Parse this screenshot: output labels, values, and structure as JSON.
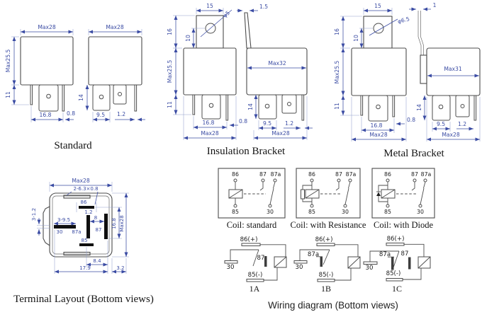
{
  "colors": {
    "dimension_blue": "#3a4ba3",
    "outline_gray": "#4c4c4c",
    "caption_black": "#141414"
  },
  "standard": {
    "caption": "Standard",
    "front": {
      "top_width": "Max28",
      "height": "Max25.5",
      "pin_length": "11",
      "pin_span": "16.8",
      "pin_thickness": "0.8"
    },
    "side": {
      "top_width": "Max28",
      "pin_length": "14",
      "pin_width": "9.5",
      "pin_thickness": "1.2"
    }
  },
  "insulation_bracket": {
    "caption": "Insulation Bracket",
    "front": {
      "tab_width": "15",
      "hole_dia": "φ5",
      "tab_height": "16",
      "hole_offset": "10",
      "height": "Max25.5",
      "pin_length": "11",
      "pin_span": "16.8",
      "bottom_width": "Max28"
    },
    "side": {
      "tab_thickness": "1.5",
      "depth": "Max32",
      "pin_length": "14",
      "pin_thickness_front": "0.8",
      "pin_width": "9.5",
      "pin_thickness": "1.2",
      "bottom_width": "Max28"
    }
  },
  "metal_bracket": {
    "caption": "Metal Bracket",
    "front": {
      "tab_width": "15",
      "hole_dia": "φ6.5",
      "tab_height": "16",
      "hole_offset": "10",
      "height": "Max25.5",
      "pin_length": "11",
      "pin_span": "16.8",
      "pin_thickness": "0.8",
      "bottom_width": "Max28"
    },
    "side": {
      "tab_thickness": "1",
      "depth": "Max31",
      "pin_length": "14",
      "pin_width": "9.5",
      "pin_thickness": "1.2",
      "bottom_width": "Max28"
    }
  },
  "terminal_layout": {
    "caption": "Terminal Layout (Bottom views)",
    "top_width": "Max28",
    "slot_spec": "2-6.3×0.8",
    "pin_spec_side": "3-1.2",
    "pin_spec_wide": "3-9.5",
    "t86": "86",
    "t30": "30",
    "t87a": "87a",
    "t87": "87",
    "t85": "85",
    "d_1_2": "1.2",
    "d_8": "8",
    "d_16_8": "16.8",
    "right_width": "Max28",
    "d_8_4": "8.4",
    "d_17_9": "17.9",
    "d_3_2": "3.2"
  },
  "coils": {
    "standard": {
      "caption": "Coil: standard",
      "t86": "86",
      "t87": "87",
      "t87a": "87a",
      "t85": "85",
      "t30": "30"
    },
    "resistance": {
      "caption": "Coil: with Resistance",
      "t86": "86",
      "t87": "87",
      "t87a": "87a",
      "t85": "85",
      "t30": "30"
    },
    "diode": {
      "caption": "Coil: with Diode",
      "t86": "86",
      "t87": "87",
      "t87a": "87a",
      "t85": "85",
      "t30": "30"
    }
  },
  "wiring": {
    "caption": "Wiring diagram  (Bottom views)",
    "a": {
      "label": "1A",
      "t86": "86(+)",
      "t30": "30",
      "t87": "87",
      "t85": "85(-)"
    },
    "b": {
      "label": "1B",
      "t86": "86(+)",
      "t30": "30",
      "t87a": "87a",
      "t85": "85(-)"
    },
    "c": {
      "label": "1C",
      "t86": "86(+)",
      "t30": "30",
      "t87a": "87a",
      "t87": "87",
      "t85": "85(-)"
    }
  }
}
